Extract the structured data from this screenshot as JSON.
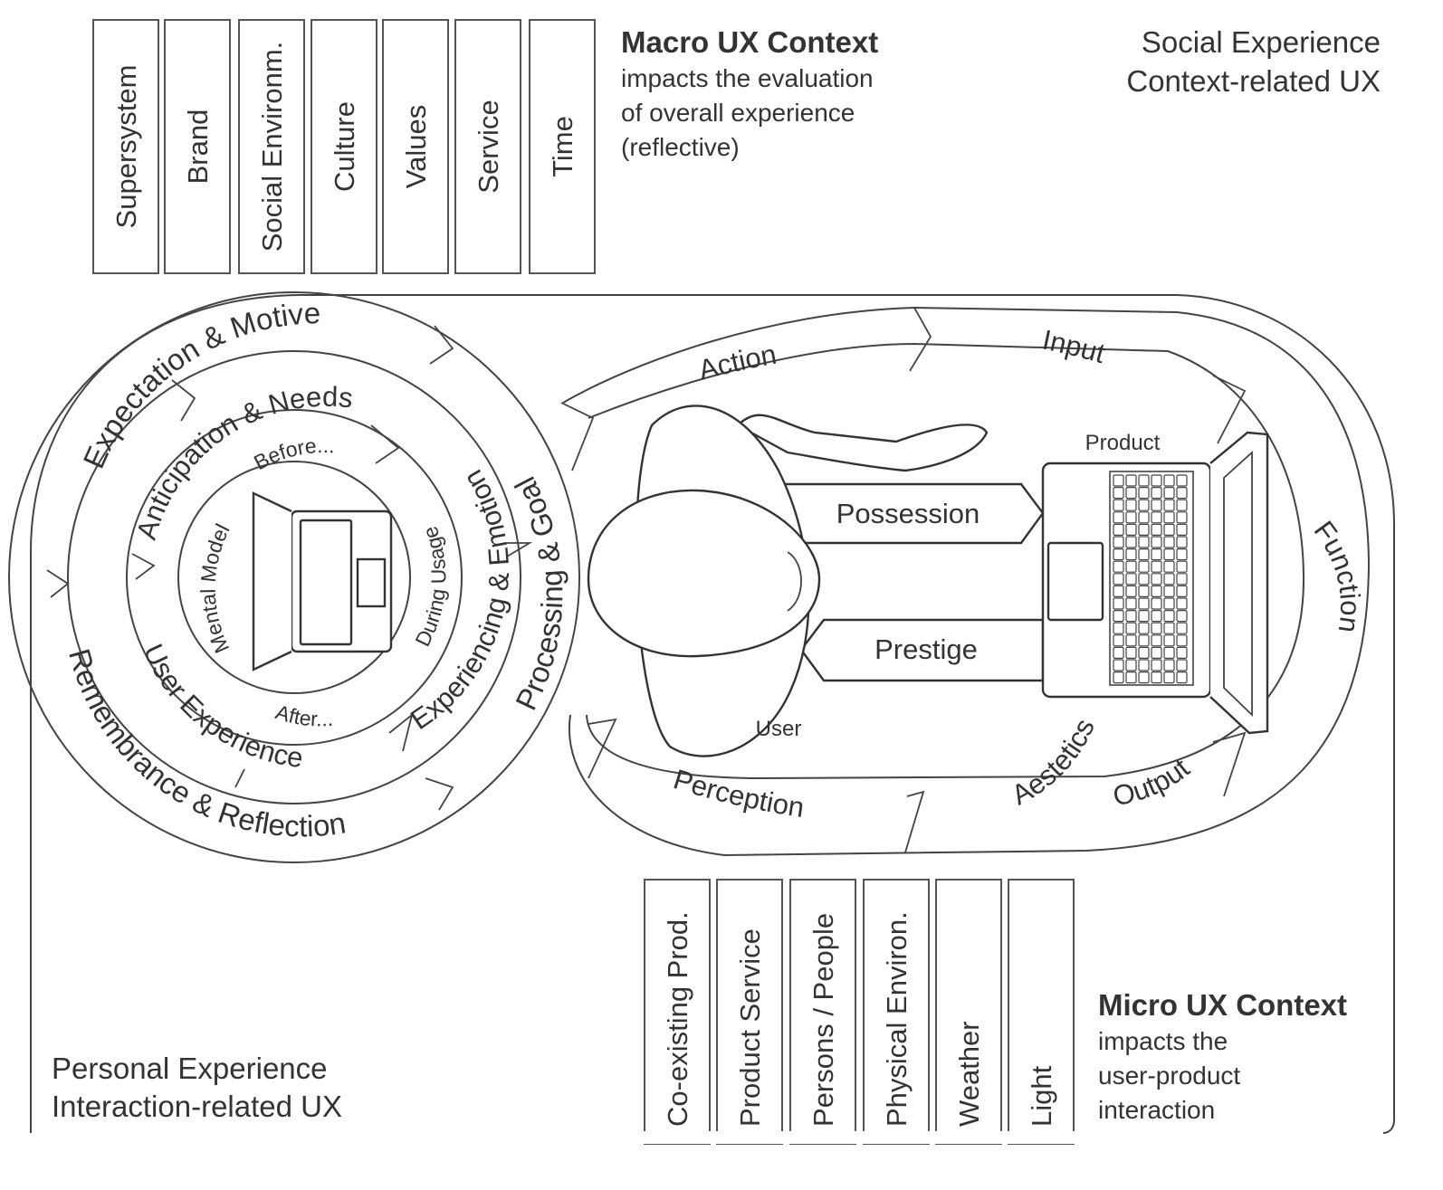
{
  "macro": {
    "title": "Macro UX Context",
    "lines": [
      "impacts the evaluation",
      "of overall experience",
      "(reflective)"
    ],
    "items": [
      "Supersystem",
      "Brand",
      "Social Environm.",
      "Culture",
      "Values",
      "Service",
      "Time"
    ]
  },
  "social": {
    "line1": "Social Experience",
    "line2": "Context-related UX"
  },
  "personal": {
    "line1": "Personal Experience",
    "line2": "Interaction-related UX"
  },
  "micro": {
    "title": "Micro UX Context",
    "lines": [
      "impacts the",
      "user-product",
      "interaction"
    ],
    "items": [
      "Co-existing Prod.",
      "Product Service",
      "Persons / People",
      "Physical Environ.",
      "Weather",
      "Light"
    ]
  },
  "left_circle": {
    "outer": [
      "Expectation & Motive",
      "Remembrance & Reflection",
      "Processing & Goal"
    ],
    "middle": [
      "Anticipation & Needs",
      "User Experience",
      "Experiencing & Emotion"
    ],
    "inner": [
      "Before...",
      "Mental Model",
      "During Usage",
      "After..."
    ]
  },
  "right_loop": {
    "labels": [
      "Action",
      "Input",
      "Function",
      "Output",
      "Aestetics",
      "Perception"
    ],
    "arrows": [
      "Possession",
      "Prestige"
    ],
    "user": "User",
    "product": "Product"
  }
}
